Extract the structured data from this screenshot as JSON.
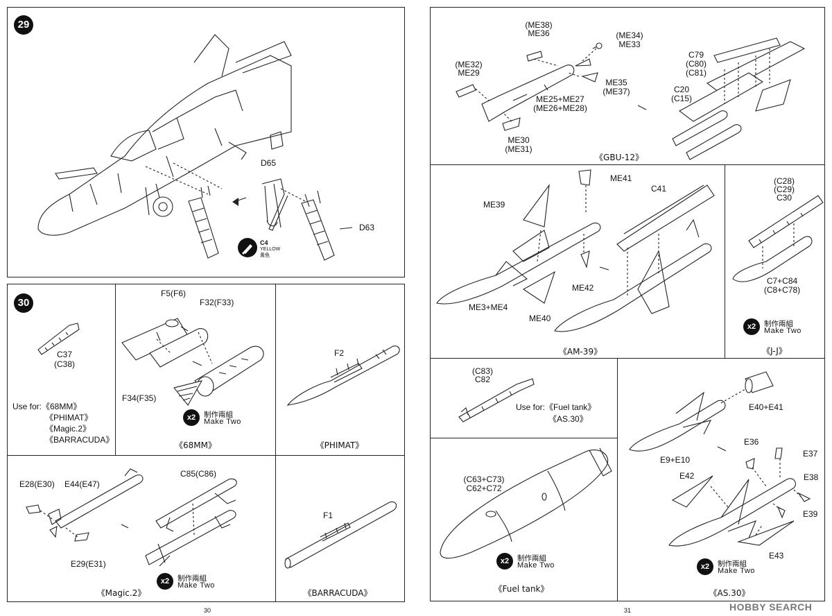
{
  "steps": {
    "s29": "29",
    "s30": "30"
  },
  "page_numbers": {
    "left": "30",
    "right": "31"
  },
  "watermark": "HOBBY SEARCH",
  "paint": {
    "code": "C4",
    "en": "YELLOW",
    "zh": "黃色",
    "icon": "paint-brush-icon",
    "swatch": "#f2c200"
  },
  "make_two": {
    "count": "x2",
    "zh": "制作兩組",
    "en": "Make Two"
  },
  "step29": {
    "labels": {
      "d65": "D65",
      "d63": "D63"
    }
  },
  "step30": {
    "c37": "C37",
    "c38": "(C38)",
    "use_for": "Use for:《68MM》",
    "use_lines": [
      "《PHIMAT》",
      "《Magic.2》",
      "《BARRACUDA》"
    ],
    "f5": "F5(F6)",
    "f32": "F32(F33)",
    "f34": "F34(F35)",
    "cap_68mm": "《68MM》",
    "f2": "F2",
    "cap_phimat": "《PHIMAT》",
    "e28": "E28(E30)",
    "e44": "E44(E47)",
    "e29": "E29(E31)",
    "c85": "C85(C86)",
    "cap_magic": "《Magic.2》",
    "f1": "F1",
    "cap_barracuda": "《BARRACUDA》"
  },
  "gbu": {
    "me38": "(ME38)",
    "me36": "ME36",
    "me34": "(ME34)",
    "me33": "ME33",
    "me32": "(ME32)",
    "me29": "ME29",
    "me35": "ME35",
    "me37": "(ME37)",
    "me25": "ME25+ME27",
    "me26": "(ME26+ME28)",
    "me30": "ME30",
    "me31": "(ME31)",
    "c79": "C79",
    "c80": "(C80)",
    "c81": "(C81)",
    "c20": "C20",
    "c15": "(C15)",
    "cap": "《GBU-12》"
  },
  "am39": {
    "me41": "ME41",
    "me39": "ME39",
    "c41": "C41",
    "me42": "ME42",
    "me3": "ME3+ME4",
    "me40": "ME40",
    "cap": "《AM-39》"
  },
  "jj": {
    "c28": "(C28)",
    "c29": "(C29)",
    "c30": "C30",
    "c7": "C7+C84",
    "c8": "(C8+C78)",
    "cap": "《J-J》"
  },
  "fuel_pylon": {
    "c83": "(C83)",
    "c82": "C82",
    "use_for": "Use for:《Fuel tank》",
    "use_line2": "《AS.30》"
  },
  "fuel_tank": {
    "c63": "(C63+C73)",
    "c62": "C62+C72",
    "cap": "《Fuel tank》"
  },
  "as30": {
    "e40": "E40+E41",
    "e9": "E9+E10",
    "e36": "E36",
    "e37": "E37",
    "e42": "E42",
    "e38": "E38",
    "e39": "E39",
    "e43": "E43",
    "cap": "《AS.30》"
  }
}
